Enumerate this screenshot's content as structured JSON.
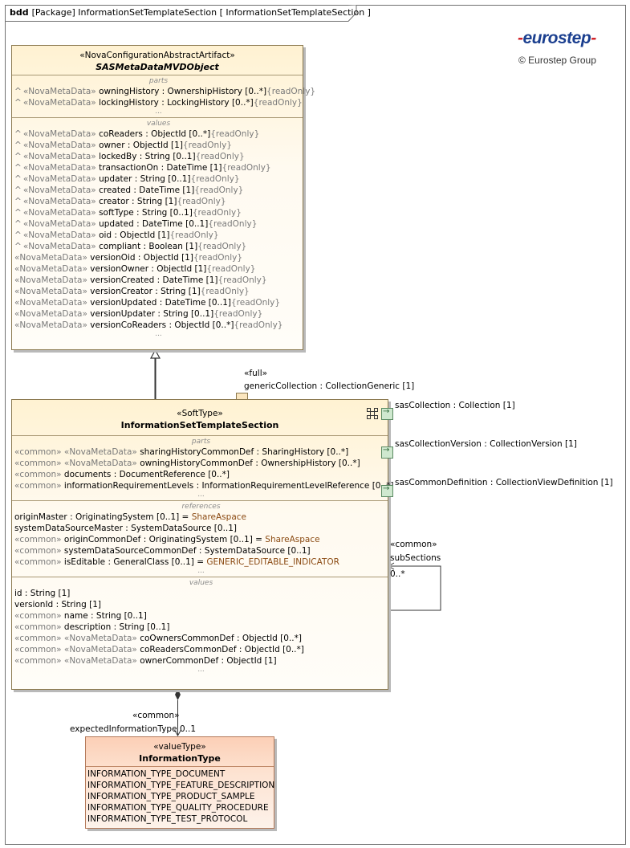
{
  "frame": {
    "kind": "bdd",
    "title": "[Package] InformationSetTemplateSection [ InformationSetTemplateSection ]"
  },
  "logo": {
    "text": "eurostep",
    "copyright": "© Eurostep Group",
    "brand_color": "#1b3f8f",
    "accent_color": "#d2232a"
  },
  "colors": {
    "class_fill": "#fff6e0",
    "enum_fill": "#fcd6c0",
    "port_fill": "#cfe8cf",
    "value_color": "#8b4a12"
  },
  "abstract_class": {
    "stereotype": "«NovaConfigurationAbstractArtifact»",
    "name": "SASMetaDataMVDObject",
    "parts_title": "parts",
    "parts": [
      {
        "caret": "^",
        "stereo": "«NovaMetaData»",
        "name": "owningHistory",
        "type": " : OwnershipHistory [0..*]",
        "mod": "{readOnly}"
      },
      {
        "caret": "^",
        "stereo": "«NovaMetaData»",
        "name": "lockingHistory",
        "type": " : LockingHistory [0..*]",
        "mod": "{readOnly}"
      }
    ],
    "values_title": "values",
    "values": [
      {
        "caret": "^",
        "stereo": "«NovaMetaData»",
        "name": "coReaders",
        "type": " : ObjectId [0..*]",
        "mod": "{readOnly}"
      },
      {
        "caret": "^",
        "stereo": "«NovaMetaData»",
        "name": "owner",
        "type": " : ObjectId [1]",
        "mod": "{readOnly}"
      },
      {
        "caret": "^",
        "stereo": "«NovaMetaData»",
        "name": "lockedBy",
        "type": " : String [0..1]",
        "mod": "{readOnly}"
      },
      {
        "caret": "^",
        "stereo": "«NovaMetaData»",
        "name": "transactionOn",
        "type": " : DateTime [1]",
        "mod": "{readOnly}"
      },
      {
        "caret": "^",
        "stereo": "«NovaMetaData»",
        "name": "updater",
        "type": " : String [0..1]",
        "mod": "{readOnly}"
      },
      {
        "caret": "^",
        "stereo": "«NovaMetaData»",
        "name": "created",
        "type": " : DateTime [1]",
        "mod": "{readOnly}"
      },
      {
        "caret": "^",
        "stereo": "«NovaMetaData»",
        "name": "creator",
        "type": " : String [1]",
        "mod": "{readOnly}"
      },
      {
        "caret": "^",
        "stereo": "«NovaMetaData»",
        "name": "softType",
        "type": " : String [0..1]",
        "mod": "{readOnly}"
      },
      {
        "caret": "^",
        "stereo": "«NovaMetaData»",
        "name": "updated",
        "type": " : DateTime [0..1]",
        "mod": "{readOnly}"
      },
      {
        "caret": "^",
        "stereo": "«NovaMetaData»",
        "name": "oid",
        "type": " : ObjectId [1]",
        "mod": "{readOnly}"
      },
      {
        "caret": "^",
        "stereo": "«NovaMetaData»",
        "name": "compliant",
        "type": " : Boolean [1]",
        "mod": "{readOnly}"
      },
      {
        "caret": "",
        "stereo": "«NovaMetaData»",
        "name": "versionOid",
        "type": " : ObjectId [1]",
        "mod": "{readOnly}"
      },
      {
        "caret": "",
        "stereo": "«NovaMetaData»",
        "name": "versionOwner",
        "type": " : ObjectId [1]",
        "mod": "{readOnly}"
      },
      {
        "caret": "",
        "stereo": "«NovaMetaData»",
        "name": "versionCreated",
        "type": " : DateTime [1]",
        "mod": "{readOnly}"
      },
      {
        "caret": "",
        "stereo": "«NovaMetaData»",
        "name": "versionCreator",
        "type": " : String [1]",
        "mod": "{readOnly}"
      },
      {
        "caret": "",
        "stereo": "«NovaMetaData»",
        "name": "versionUpdated",
        "type": " : DateTime [0..1]",
        "mod": "{readOnly}"
      },
      {
        "caret": "",
        "stereo": "«NovaMetaData»",
        "name": "versionUpdater",
        "type": " : String [0..1]",
        "mod": "{readOnly}"
      },
      {
        "caret": "",
        "stereo": "«NovaMetaData»",
        "name": "versionCoReaders",
        "type": " : ObjectId [0..*]",
        "mod": "{readOnly}"
      }
    ],
    "dots": "..."
  },
  "main_class": {
    "stereotype": "«SoftType»",
    "name": "InformationSetTemplateSection",
    "parts_title": "parts",
    "parts": [
      {
        "pre": "«common» «NovaMetaData» ",
        "name": "sharingHistoryCommonDef",
        "type": " : SharingHistory [0..*]"
      },
      {
        "pre": "«common» «NovaMetaData» ",
        "name": "owningHistoryCommonDef",
        "type": " : OwnershipHistory [0..*]"
      },
      {
        "pre": "«common» ",
        "name": "documents",
        "type": " : DocumentReference [0..*]"
      },
      {
        "pre": "«common» ",
        "name": "informationRequirementLevels",
        "type": " : InformationRequirementLevelReference [0..*]"
      }
    ],
    "references_title": "references",
    "references": [
      {
        "pre": "",
        "name": "originMaster",
        "type": " : OriginatingSystem [0..1] = ",
        "val": "ShareAspace"
      },
      {
        "pre": "",
        "name": "systemDataSourceMaster",
        "type": " : SystemDataSource [0..1]",
        "val": ""
      },
      {
        "pre": "«common» ",
        "name": "originCommonDef",
        "type": " : OriginatingSystem [0..1] = ",
        "val": "ShareAspace"
      },
      {
        "pre": "«common» ",
        "name": "systemDataSourceCommonDef",
        "type": " : SystemDataSource [0..1]",
        "val": ""
      },
      {
        "pre": "«common» ",
        "name": "isEditable",
        "type": " : GeneralClass [0..1] = ",
        "val": "GENERIC_EDITABLE_INDICATOR"
      }
    ],
    "values_title": "values",
    "values": [
      {
        "pre": "",
        "name": "id",
        "type": " : String [1]"
      },
      {
        "pre": "",
        "name": "versionId",
        "type": " : String [1]"
      },
      {
        "pre": "«common» ",
        "name": "name",
        "type": " : String [0..1]"
      },
      {
        "pre": "«common» ",
        "name": "description",
        "type": " : String [0..1]"
      },
      {
        "pre": "«common» «NovaMetaData» ",
        "name": "coOwnersCommonDef",
        "type": " : ObjectId [0..*]"
      },
      {
        "pre": "«common» «NovaMetaData» ",
        "name": "coReadersCommonDef",
        "type": " : ObjectId [0..*]"
      },
      {
        "pre": "«common» «NovaMetaData» ",
        "name": "ownerCommonDef",
        "type": " : ObjectId [1]"
      }
    ],
    "dots": "..."
  },
  "enum_class": {
    "stereotype": "«valueType»",
    "name": "InformationType",
    "literals": [
      "INFORMATION_TYPE_DOCUMENT",
      "INFORMATION_TYPE_FEATURE_DESCRIPTION",
      "INFORMATION_TYPE_PRODUCT_SAMPLE",
      "INFORMATION_TYPE_QUALITY_PROCEDURE",
      "INFORMATION_TYPE_TEST_PROTOCOL"
    ]
  },
  "ports": {
    "full_stereo": "«full»",
    "generic_collection": "genericCollection : CollectionGeneric [1]",
    "sas_collection": "sasCollection : Collection [1]",
    "sas_collection_version": "sasCollectionVersion : CollectionVersion [1]",
    "sas_common_definition": "sasCommonDefinition : CollectionViewDefinition [1]",
    "arrow_glyph": "→"
  },
  "associations": {
    "self_stereo": "«common»",
    "self_role": "subSections",
    "self_mult": "0..*",
    "expected_stereo": "«common»",
    "expected_role": "expectedInformationType",
    "expected_mult": "0..1"
  }
}
